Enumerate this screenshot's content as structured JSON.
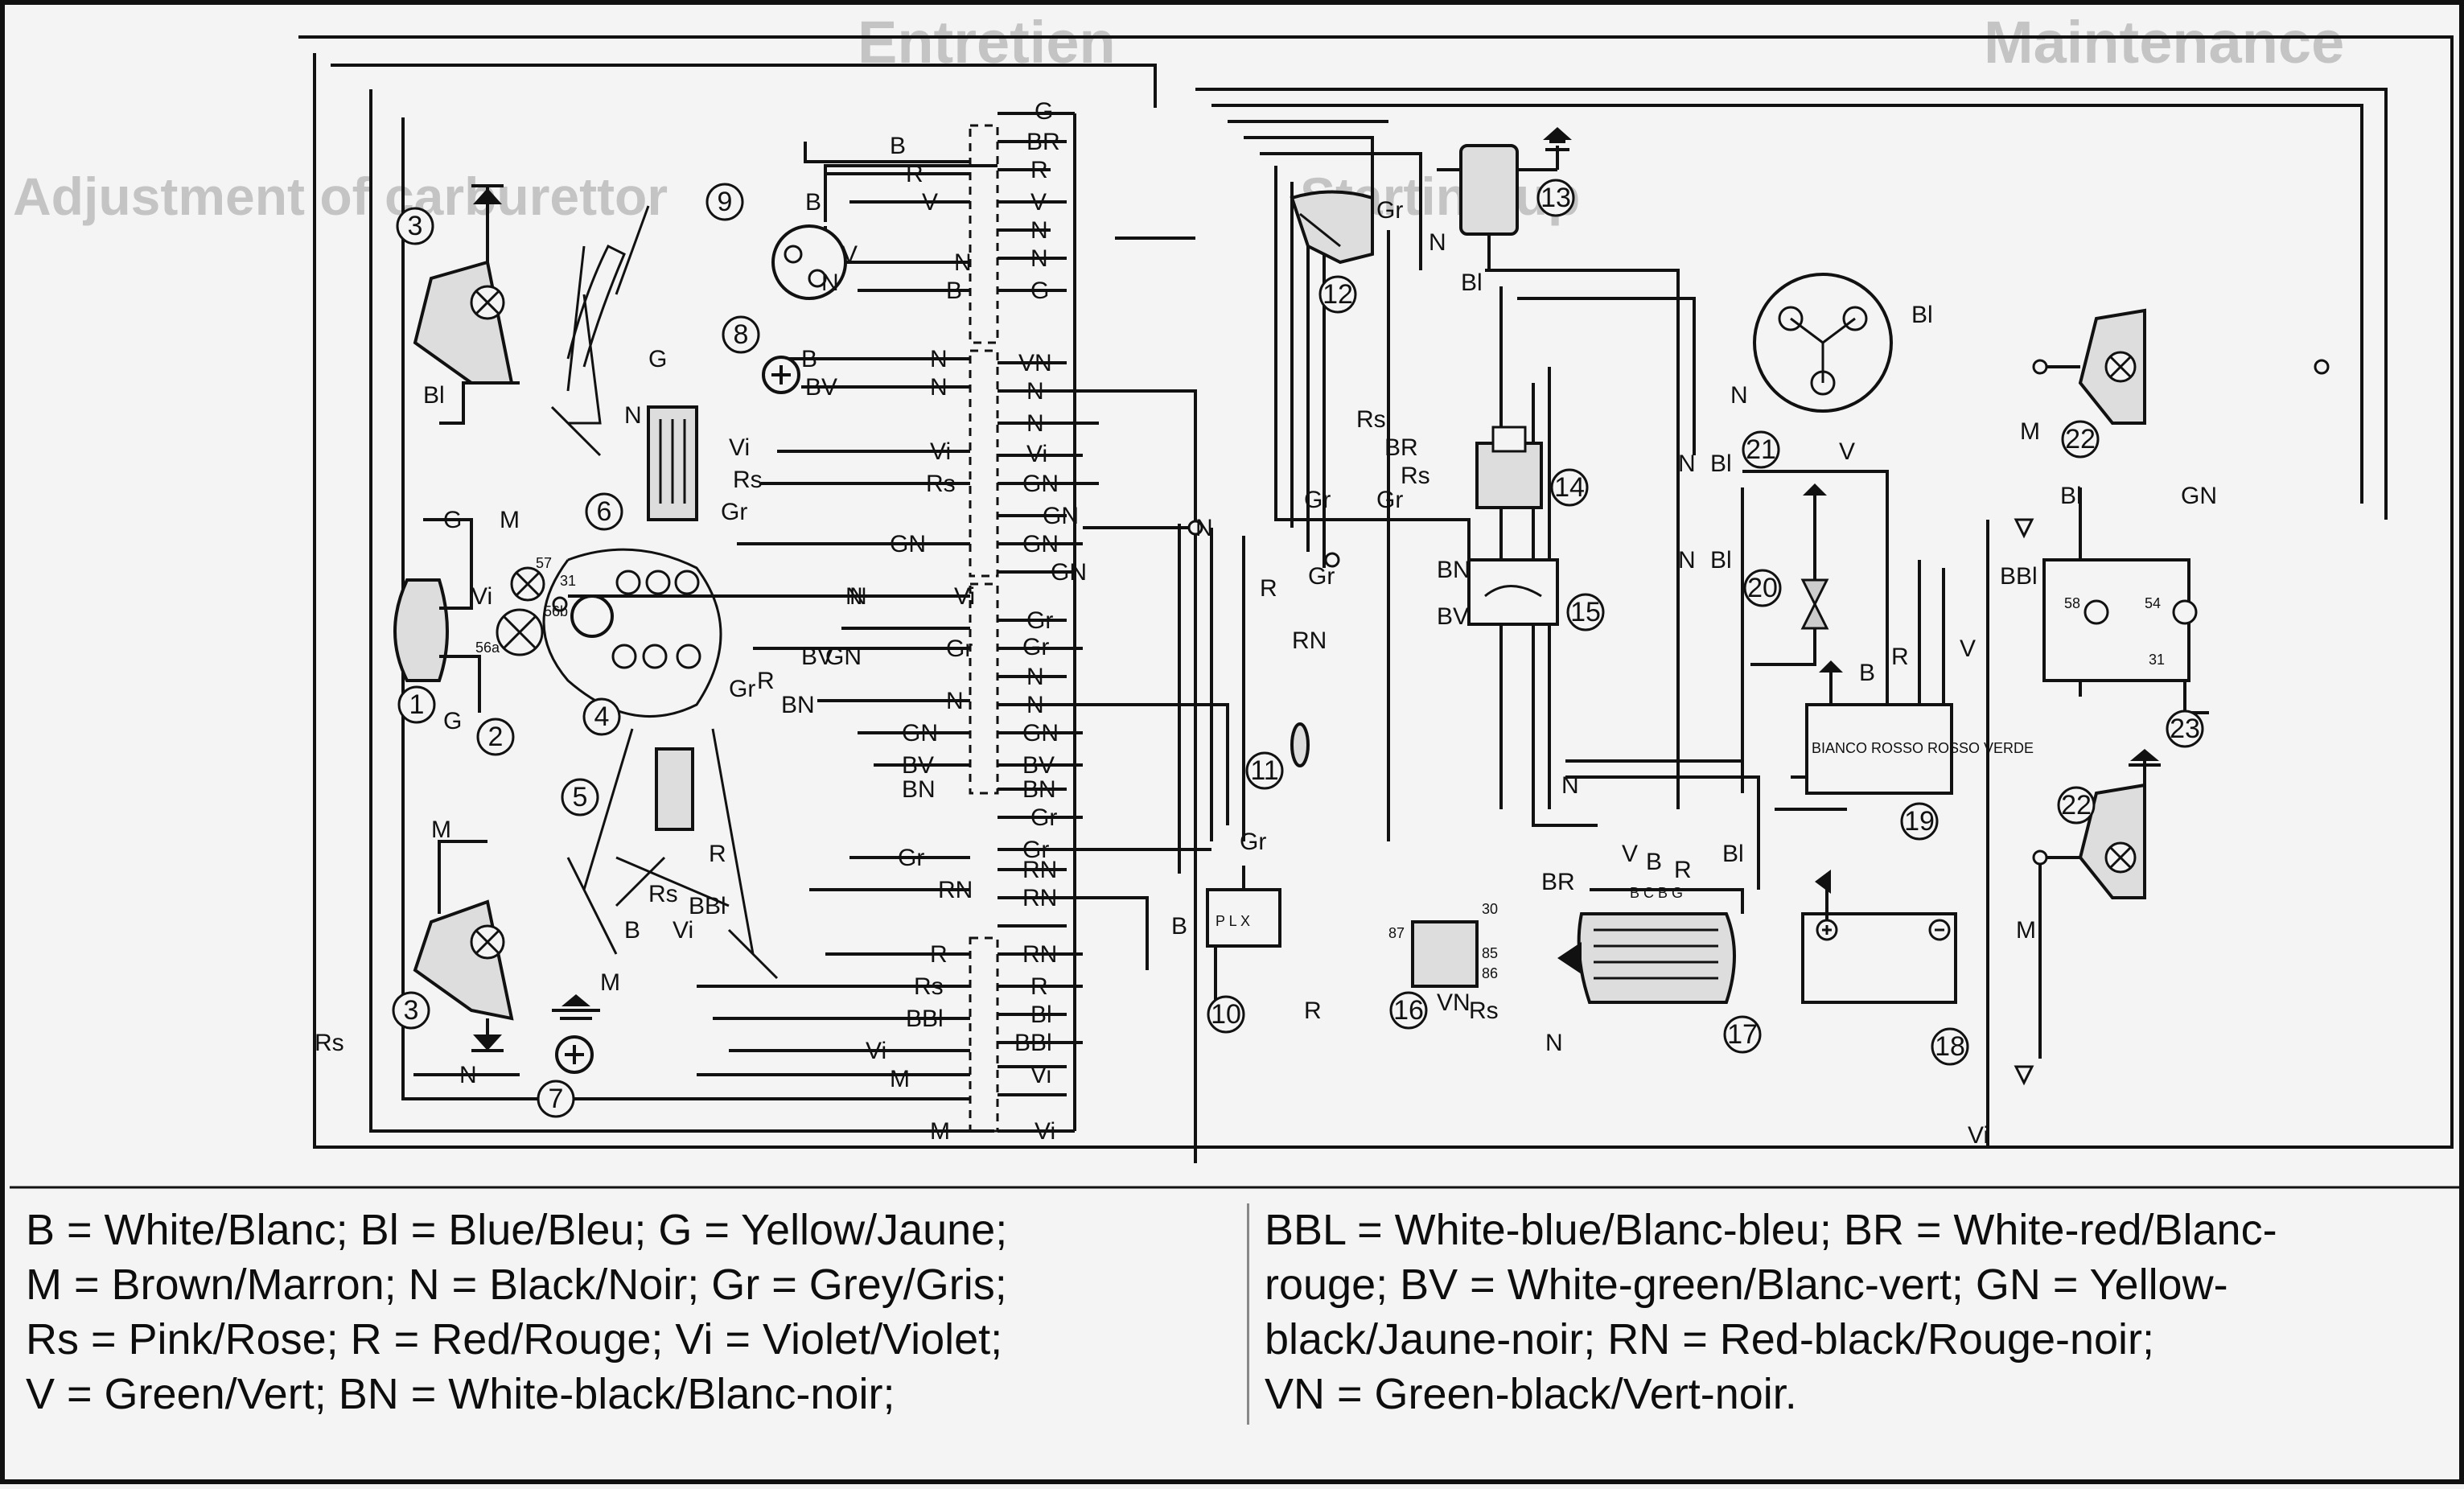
{
  "background_text": {
    "title_left": "Entretien",
    "title_right": "Maintenance",
    "heading_left": "Adjustment of carburettor",
    "heading_right": "Starting up"
  },
  "components": [
    {
      "id": "1",
      "label": "1"
    },
    {
      "id": "2",
      "label": "2"
    },
    {
      "id": "3a",
      "label": "3"
    },
    {
      "id": "3b",
      "label": "3"
    },
    {
      "id": "4",
      "label": "4"
    },
    {
      "id": "5",
      "label": "5"
    },
    {
      "id": "6",
      "label": "6"
    },
    {
      "id": "7",
      "label": "7"
    },
    {
      "id": "8",
      "label": "8"
    },
    {
      "id": "9",
      "label": "9"
    },
    {
      "id": "10",
      "label": "10"
    },
    {
      "id": "11",
      "label": "11"
    },
    {
      "id": "12",
      "label": "12"
    },
    {
      "id": "13",
      "label": "13"
    },
    {
      "id": "14",
      "label": "14"
    },
    {
      "id": "15",
      "label": "15"
    },
    {
      "id": "16",
      "label": "16"
    },
    {
      "id": "17",
      "label": "17"
    },
    {
      "id": "18",
      "label": "18"
    },
    {
      "id": "19",
      "label": "19"
    },
    {
      "id": "20",
      "label": "20"
    },
    {
      "id": "21",
      "label": "21"
    },
    {
      "id": "22a",
      "label": "22"
    },
    {
      "id": "22b",
      "label": "22"
    },
    {
      "id": "23",
      "label": "23"
    }
  ],
  "connector_labels_right": [
    "G",
    "BR",
    "R",
    "V",
    "N",
    "N",
    "G",
    "VN",
    "N",
    "N",
    "Vi",
    "GN",
    "GN",
    "GN",
    "GN",
    "Gr",
    "Gr",
    "N",
    "N",
    "GN",
    "BV",
    "BN",
    "Gr",
    "Gr",
    "RN",
    "RN",
    "RN",
    "R",
    "Bl",
    "BBl",
    "Vi",
    "Vi"
  ],
  "connector_labels_left": [
    "B",
    "R",
    "V",
    "N",
    "B",
    "N",
    "N",
    "Vi",
    "Rs",
    "GN",
    "N",
    "Vi",
    "Gr",
    "N",
    "GN",
    "BV",
    "BN",
    "Gr",
    "RN",
    "R",
    "Rs",
    "BBl",
    "Vi",
    "M",
    "M"
  ],
  "wire_labels": {
    "bl_left": "Bl",
    "g_left": "G",
    "vi_left": "Vi",
    "m_left": "M",
    "n_left": "N",
    "n6": "N",
    "g6": "G",
    "vi6": "Vi",
    "rs6": "Rs",
    "gr6": "Gr",
    "m6": "M",
    "b9": "B",
    "n9": "N",
    "v9": "V",
    "b8": "B",
    "bv8": "BV",
    "gr12": "Gr",
    "n13": "N",
    "bl13": "Bl",
    "rs14": "Rs",
    "br14": "BR",
    "rs14b": "Rs",
    "gr14": "Gr",
    "gr14b": "Gr",
    "n_mid": "N",
    "bn15": "BN",
    "bv15": "BV",
    "r15": "R",
    "rn_mid": "RN",
    "gr_mid": "Gr",
    "r_mid": "R",
    "n21": "N",
    "v21": "V",
    "bl21": "Bl",
    "n20": "N",
    "bl20": "Bl",
    "n20b": "N",
    "bl20b": "Bl",
    "b19": "B",
    "r19": "R",
    "v19": "V",
    "m22": "M",
    "bl22": "Bl",
    "gn22": "GN",
    "bbl22": "BBl",
    "m22b": "M",
    "vi_bottom": "Vi",
    "gr10": "Gr",
    "b10": "B",
    "r16": "R",
    "vn16": "VN",
    "rs16": "Rs",
    "br17": "BR",
    "v17": "V",
    "b17": "B",
    "r17": "R",
    "bl17": "Bl",
    "n17": "N",
    "n17b": "N",
    "rs_left": "Rs",
    "n7": "N",
    "m3": "M",
    "r5": "R",
    "rs5": "Rs",
    "bbl5": "BBl",
    "vi5": "Vi",
    "b5": "B",
    "gr4": "Gr",
    "r4": "R",
    "bn4": "BN",
    "bv4": "BV",
    "gn4": "GN",
    "n4": "N"
  },
  "terminal_labels": {
    "t57": "57",
    "t56b": "56b",
    "t56a": "56a",
    "t31": "31",
    "t58": "58",
    "t54": "54",
    "t31b": "31",
    "t30": "30",
    "t87": "87",
    "t85": "85",
    "t86": "86",
    "coil": "P L X",
    "relay": "BIANCO ROSSO ROSSO VERDE",
    "reg": "B C B G"
  },
  "legend": {
    "line1_left": "B = White/Blanc;  Bl = Blue/Bleu;  G = Yellow/Jaune;",
    "line2_left": "M = Brown/Marron;  N = Black/Noir;  Gr = Grey/Gris;",
    "line3_left": "Rs = Pink/Rose;  R = Red/Rouge;  Vi = Violet/Violet;",
    "line4_left": "V = Green/Vert;     BN = White-black/Blanc-noir;",
    "line1_right": "BBL = White-blue/Blanc-bleu;  BR = White-red/Blanc-",
    "line2_right": "rouge;  BV = White-green/Blanc-vert;  GN = Yellow-",
    "line3_right": "black/Jaune-noir;     RN = Red-black/Rouge-noir;",
    "line4_right": "VN = Green-black/Vert-noir."
  }
}
